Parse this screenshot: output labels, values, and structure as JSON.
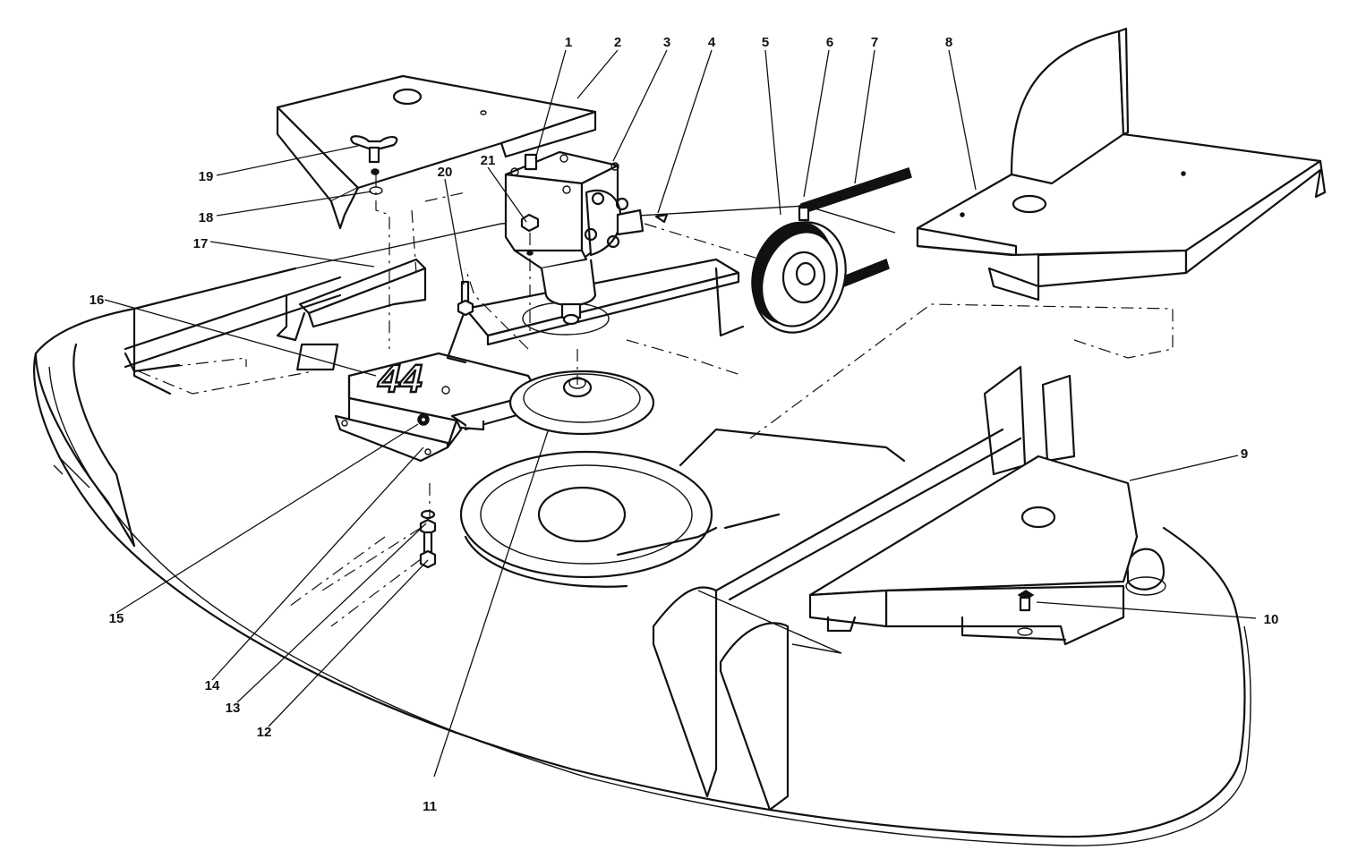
{
  "diagram": {
    "plate_text": "44",
    "callouts": [
      {
        "id": "1",
        "text": "1"
      },
      {
        "id": "2",
        "text": "2"
      },
      {
        "id": "3",
        "text": "3"
      },
      {
        "id": "4",
        "text": "4"
      },
      {
        "id": "5",
        "text": "5"
      },
      {
        "id": "6",
        "text": "6"
      },
      {
        "id": "7",
        "text": "7"
      },
      {
        "id": "8",
        "text": "8"
      },
      {
        "id": "9",
        "text": "9"
      },
      {
        "id": "10",
        "text": "10"
      },
      {
        "id": "11",
        "text": "11"
      },
      {
        "id": "12",
        "text": "12"
      },
      {
        "id": "13",
        "text": "13"
      },
      {
        "id": "14",
        "text": "14"
      },
      {
        "id": "15",
        "text": "15"
      },
      {
        "id": "16",
        "text": "16"
      },
      {
        "id": "17",
        "text": "17"
      },
      {
        "id": "18",
        "text": "18"
      },
      {
        "id": "19",
        "text": "19"
      },
      {
        "id": "20",
        "text": "20"
      },
      {
        "id": "21",
        "text": "21"
      }
    ]
  }
}
